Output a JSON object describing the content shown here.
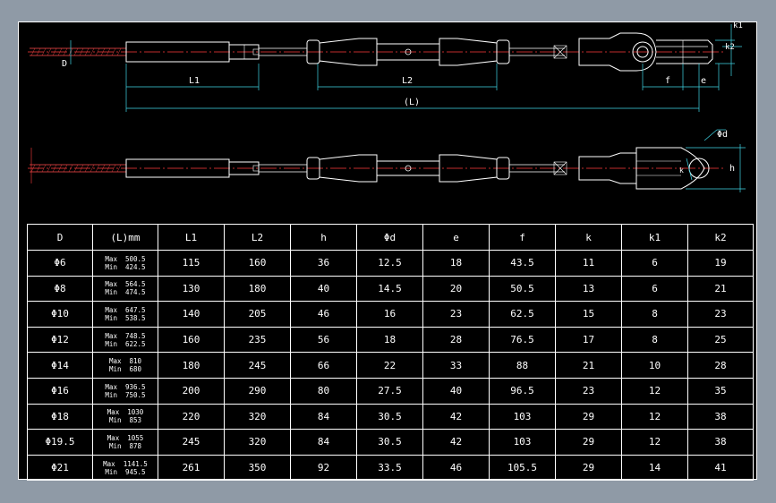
{
  "drawing": {
    "dimension_labels": {
      "D": "D",
      "L1": "L1",
      "L2": "L2",
      "L": "(L)",
      "f": "f",
      "e": "e",
      "k": "k",
      "k1": "k1",
      "k2": "k2",
      "h": "h",
      "phid": "Φd"
    }
  },
  "table": {
    "headers": [
      "D",
      "(L)mm",
      "L1",
      "L2",
      "h",
      "Φd",
      "e",
      "f",
      "k",
      "k1",
      "k2"
    ],
    "rows": [
      {
        "D": "Φ6",
        "max": "Max  500.5",
        "min": "Min  424.5",
        "L1": "115",
        "L2": "160",
        "h": "36",
        "d": "12.5",
        "e": "18",
        "f": "43.5",
        "k": "11",
        "k1": "6",
        "k2": "19"
      },
      {
        "D": "Φ8",
        "max": "Max  564.5",
        "min": "Min  474.5",
        "L1": "130",
        "L2": "180",
        "h": "40",
        "d": "14.5",
        "e": "20",
        "f": "50.5",
        "k": "13",
        "k1": "6",
        "k2": "21"
      },
      {
        "D": "Φ10",
        "max": "Max  647.5",
        "min": "Min  538.5",
        "L1": "140",
        "L2": "205",
        "h": "46",
        "d": "16",
        "e": "23",
        "f": "62.5",
        "k": "15",
        "k1": "8",
        "k2": "23"
      },
      {
        "D": "Φ12",
        "max": "Max  748.5",
        "min": "Min  622.5",
        "L1": "160",
        "L2": "235",
        "h": "56",
        "d": "18",
        "e": "28",
        "f": "76.5",
        "k": "17",
        "k1": "8",
        "k2": "25"
      },
      {
        "D": "Φ14",
        "max": "Max  810",
        "min": "Min  680",
        "L1": "180",
        "L2": "245",
        "h": "66",
        "d": "22",
        "e": "33",
        "f": "88",
        "k": "21",
        "k1": "10",
        "k2": "28"
      },
      {
        "D": "Φ16",
        "max": "Max  936.5",
        "min": "Min  750.5",
        "L1": "200",
        "L2": "290",
        "h": "80",
        "d": "27.5",
        "e": "40",
        "f": "96.5",
        "k": "23",
        "k1": "12",
        "k2": "35"
      },
      {
        "D": "Φ18",
        "max": "Max  1030",
        "min": "Min  853",
        "L1": "220",
        "L2": "320",
        "h": "84",
        "d": "30.5",
        "e": "42",
        "f": "103",
        "k": "29",
        "k1": "12",
        "k2": "38"
      },
      {
        "D": "Φ19.5",
        "max": "Max  1055",
        "min": "Min  878",
        "L1": "245",
        "L2": "320",
        "h": "84",
        "d": "30.5",
        "e": "42",
        "f": "103",
        "k": "29",
        "k1": "12",
        "k2": "38"
      },
      {
        "D": "Φ21",
        "max": "Max  1141.5",
        "min": "Min  945.5",
        "L1": "261",
        "L2": "350",
        "h": "92",
        "d": "33.5",
        "e": "46",
        "f": "105.5",
        "k": "29",
        "k1": "14",
        "k2": "41"
      }
    ]
  },
  "colors": {
    "background": "#000000",
    "outline": "#ffffff",
    "centerline": "#ff3b3b",
    "dimension": "#3fd6e6",
    "cable": "#ff4d4d",
    "desktop": "#8f9aa6"
  }
}
